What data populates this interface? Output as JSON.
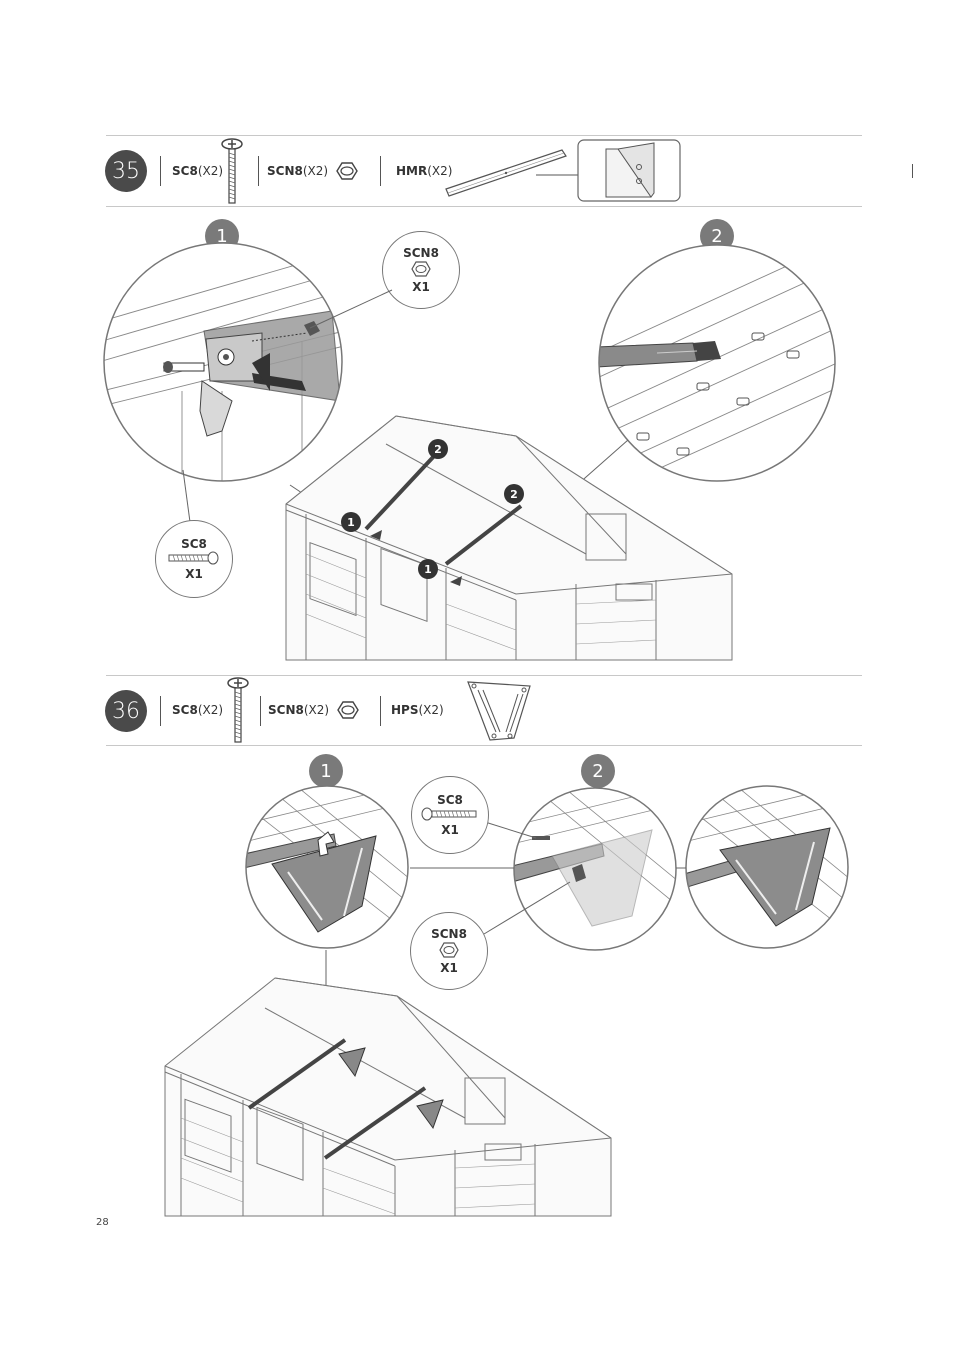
{
  "page_number": "28",
  "steps": [
    {
      "number": "35",
      "parts": [
        {
          "code": "SC8",
          "qty": "(X2)",
          "icon": "screw-icon"
        },
        {
          "code": "SCN8",
          "qty": "(X2)",
          "icon": "nut-icon"
        },
        {
          "code": "HMR",
          "qty": "(X2)",
          "icon": "rail-icon"
        }
      ],
      "substeps": [
        "1",
        "2"
      ],
      "callouts": [
        {
          "code": "SCN8",
          "qty": "X1"
        },
        {
          "code": "SC8",
          "qty": "X1"
        }
      ],
      "markers": [
        "2",
        "2",
        "1",
        "1"
      ]
    },
    {
      "number": "36",
      "parts": [
        {
          "code": "SC8",
          "qty": "(X2)",
          "icon": "screw-icon"
        },
        {
          "code": "SCN8",
          "qty": "(X2)",
          "icon": "nut-icon"
        },
        {
          "code": "HPS",
          "qty": "(X2)",
          "icon": "bracket-icon"
        }
      ],
      "substeps": [
        "1",
        "2"
      ],
      "callouts": [
        {
          "code": "SC8",
          "qty": "X1"
        },
        {
          "code": "SCN8",
          "qty": "X1"
        }
      ]
    }
  ]
}
